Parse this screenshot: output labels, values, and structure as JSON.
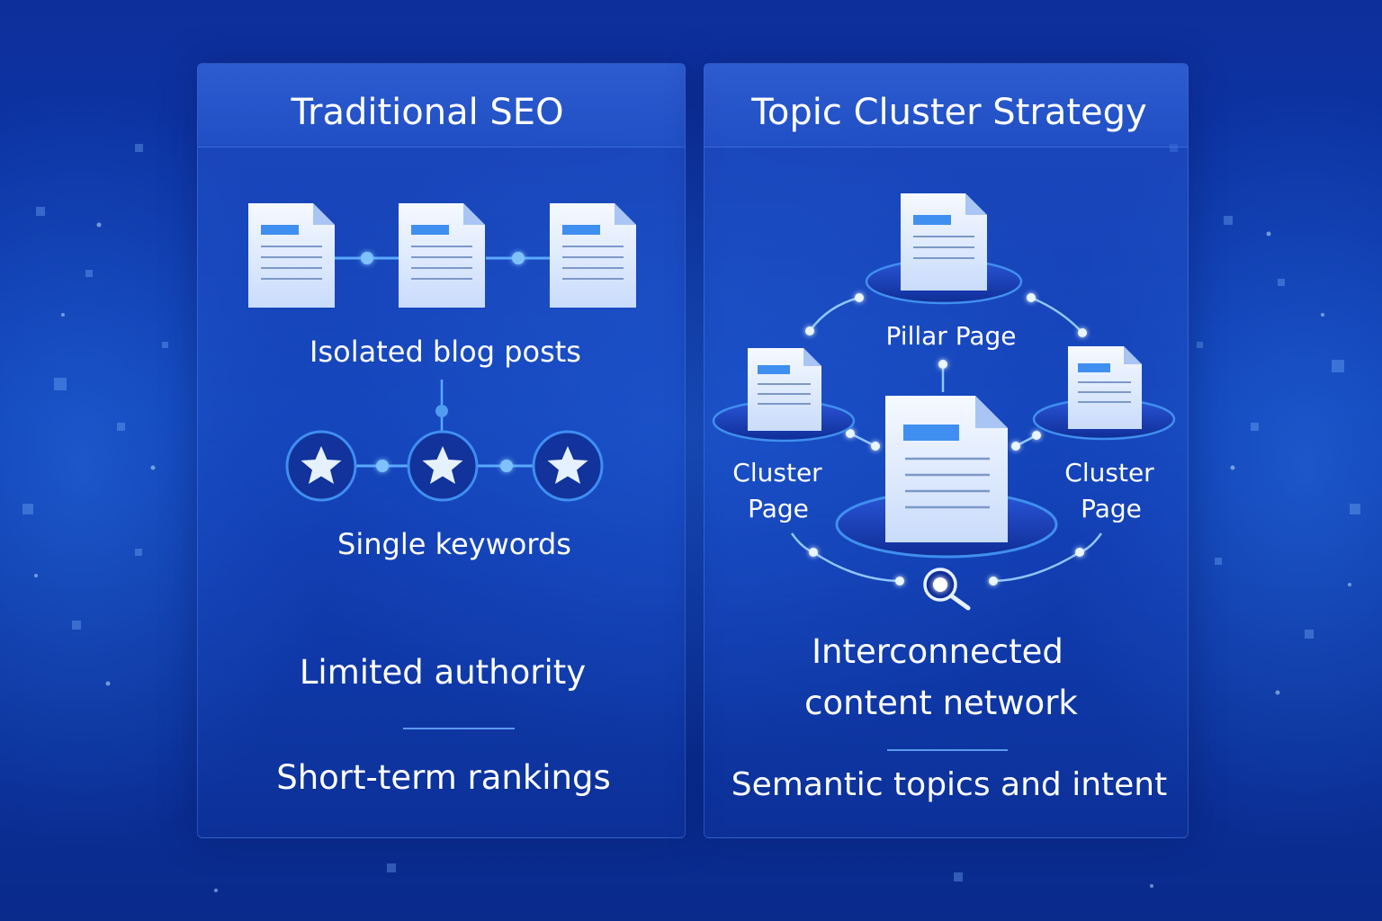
{
  "left_panel": {
    "title": "Traditional SEO",
    "posts_label": "Isolated blog posts",
    "keywords_label": "Single keywords",
    "authority_label": "Limited authority",
    "rankings_label": "Short-term rankings"
  },
  "right_panel": {
    "title": "Topic Cluster Strategy",
    "pillar_label": "Pillar Page",
    "cluster_left_label_line1": "Cluster",
    "cluster_left_label_line2": "Page",
    "cluster_right_label_line1": "Cluster",
    "cluster_right_label_line2": "Page",
    "network_label_line1": "Interconnected",
    "network_label_line2": "content network",
    "semantic_label": "Semantic topics and intent"
  },
  "icons": {
    "document": "document-icon",
    "star": "star-icon",
    "search": "search-icon"
  },
  "colors": {
    "background": "#0b3bb0",
    "document_fill": "#eef4ff",
    "document_accent": "#3f8ff0",
    "connector": "#5aa9ff",
    "text": "#ffffff"
  }
}
